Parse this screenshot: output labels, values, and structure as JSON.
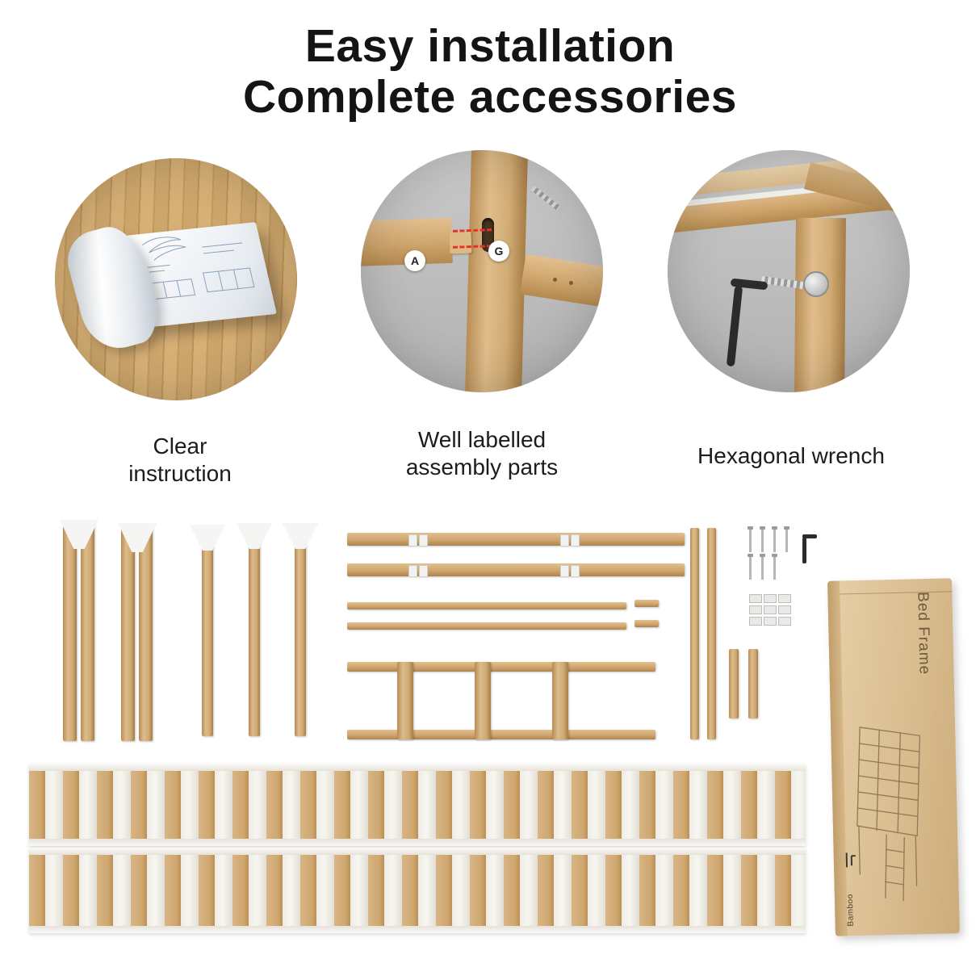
{
  "header": {
    "title_line1": "Easy installation",
    "title_line2": "Complete accessories"
  },
  "features": [
    {
      "line1": "Clear",
      "line2": "instruction"
    },
    {
      "line1": "Well labelled",
      "line2": "assembly parts"
    },
    {
      "line1": "Hexagonal wrench",
      "line2": ""
    }
  ],
  "callouts": {
    "part_a": "A",
    "part_g": "G"
  },
  "box": {
    "product_label": "Bed Frame",
    "brand": "Bamboo"
  },
  "colors": {
    "wood": "#d2ab75",
    "accent_red": "#e8332a",
    "circle_bg": "#c0c0c0",
    "box_cardboard": "#dcc094"
  }
}
